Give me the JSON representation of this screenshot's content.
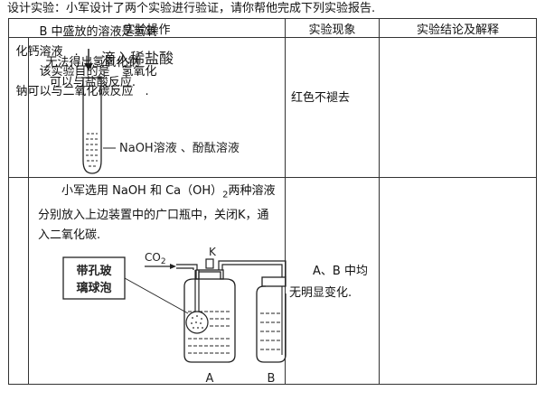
{
  "intro": "设计实验：小军设计了两个实验进行验证，请你帮他完成下列实验报告.",
  "headers": {
    "operation": "实验操作",
    "phenomenon": "实验现象",
    "conclusion": "实验结论及解释"
  },
  "row1": {
    "drop_label": "滴入稀盐酸",
    "solution_label": "NaOH溶液 、酚酞溶液",
    "phenomenon": "红色不褪去",
    "conclusion_line1": "无法得出氢氧化钠",
    "conclusion_line2": "可以与盐酸反应."
  },
  "row2": {
    "operation_part1": "小军选用 NaOH 和 Ca（OH）",
    "operation_sub": "2",
    "operation_part2": "两种溶液分别放入上边装置中的广口瓶中，关闭K，通入二氧化碳.",
    "apparatus": {
      "glass_bubble_label_line1": "带孔玻",
      "glass_bubble_label_line2": "璃球泡",
      "gas_label": "CO",
      "gas_sub": "2",
      "valve_label": "K",
      "bottle_a": "A",
      "bottle_b": "B"
    },
    "phenomenon": "A、B 中均无明显变化.",
    "conclusion_p1": "B 中盛放的溶液是氢氧化钙溶液　.",
    "conclusion_p2": "该实验目的是　氢氧化钠可以与二氧化碳反应　."
  }
}
